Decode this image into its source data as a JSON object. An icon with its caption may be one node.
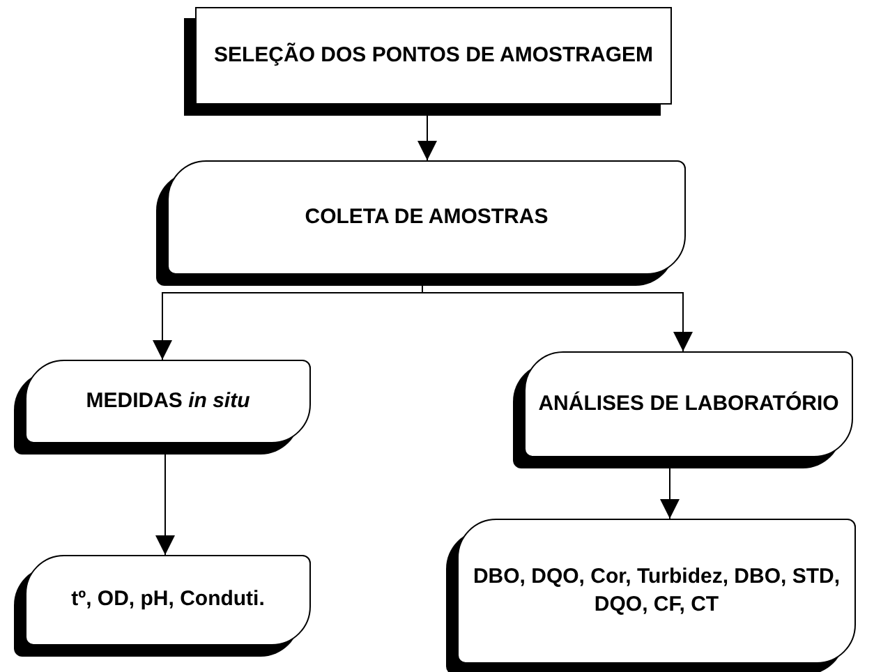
{
  "diagram": {
    "nodes": [
      {
        "text": [
          "SELEÇÃO DOS PONTOS DE AMOSTRAGEM"
        ]
      },
      {
        "text": [
          "COLETA DE AMOSTRAS"
        ]
      },
      {
        "text": [
          "MEDIDAS *in situ*"
        ]
      },
      {
        "text": [
          "ANÁLISES DE LABORATÓRIO"
        ]
      },
      {
        "text": [
          "tº, OD, pH, Conduti."
        ]
      },
      {
        "text": [
          "DBO, DQO, Cor, Turbidez, DBO, STD, DQO, CF, CT"
        ]
      }
    ],
    "edges": [
      {
        "from": 0,
        "to": 1,
        "arrow": "to"
      },
      {
        "from": 1,
        "to": 2,
        "arrow": "to"
      },
      {
        "from": 1,
        "to": 3,
        "arrow": "to"
      },
      {
        "from": 2,
        "to": 4,
        "arrow": "to"
      },
      {
        "from": 3,
        "to": 5,
        "arrow": "to"
      }
    ]
  }
}
